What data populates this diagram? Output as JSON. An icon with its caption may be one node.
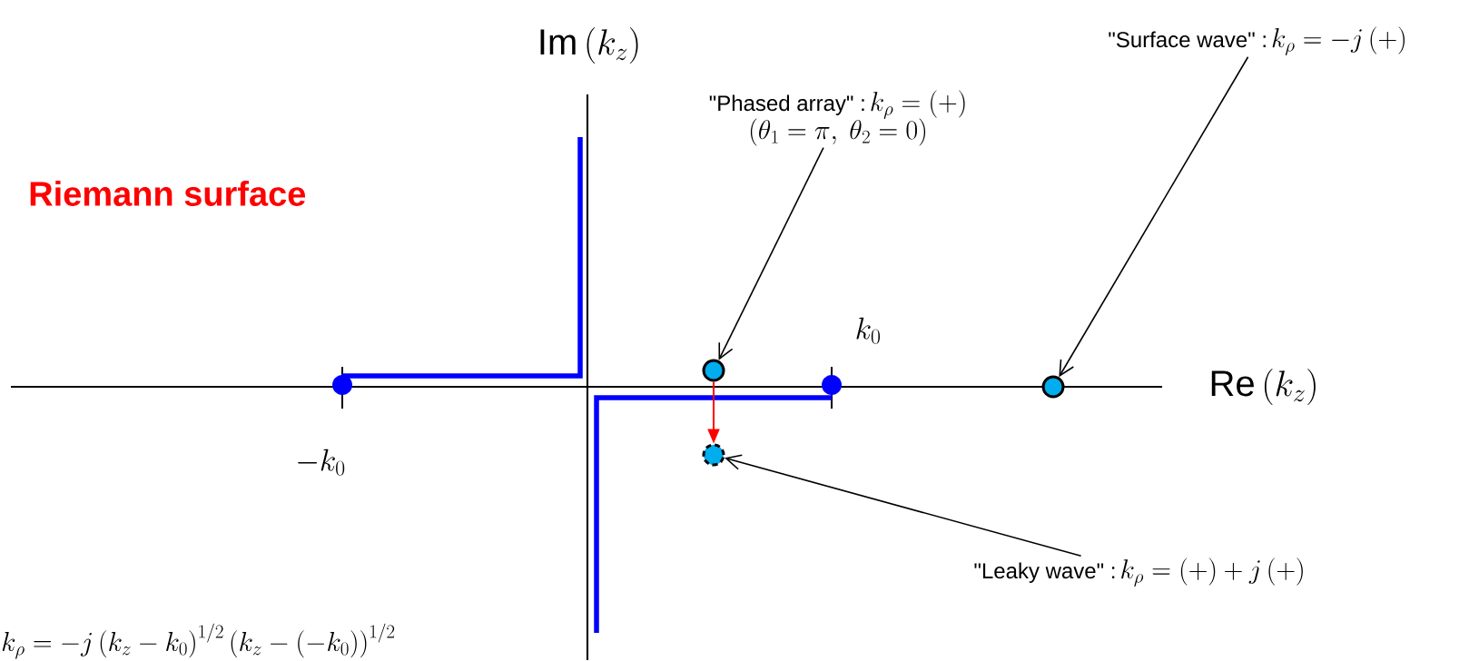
{
  "diagram": {
    "nodes": [
      {
        "text": [
          "\"Surface wave\" :",
          "k_{\\rho} = -j\\left(+\\right)"
        ]
      },
      {
        "text": [
          "\"Phased array\" :",
          "k_{\\rho} = \\left(+\\right)",
          "\\left(\\theta_{1} = \\pi,\\ \\theta_{2} = 0\\right)"
        ]
      },
      {
        "text": [
          "\"Leaky wave\" :",
          "k_{\\rho} = \\left(+\\right) + j\\left(+\\right)"
        ]
      },
      {
        "text": [],
        "shape": "circle"
      },
      {
        "text": [],
        "shape": "circle"
      },
      {
        "text": [],
        "shape": "circle"
      }
    ],
    "edges": [
      {
        "from": 0,
        "to": 5,
        "arrow": "to"
      },
      {
        "from": 1,
        "to": 3,
        "arrow": "to"
      },
      {
        "from": 2,
        "to": 4,
        "arrow": "to"
      },
      {
        "from": 3,
        "to": 4,
        "arrow": "to",
        "color": "#ff0000"
      }
    ],
    "labels": [
      "\\mathrm{Im}\\left(k_{z}\\right)",
      "Riemann surface",
      "k_{0}",
      "\\mathrm{Re}\\left(k_{z}\\right)",
      "-k_{0}",
      "k_{\\rho} = -j\\left(k_{z} - k_{0}\\right)^{1/2}\\left(k_{z} - \\left(-k_{0}\\right)\\right)^{1/2}"
    ]
  }
}
